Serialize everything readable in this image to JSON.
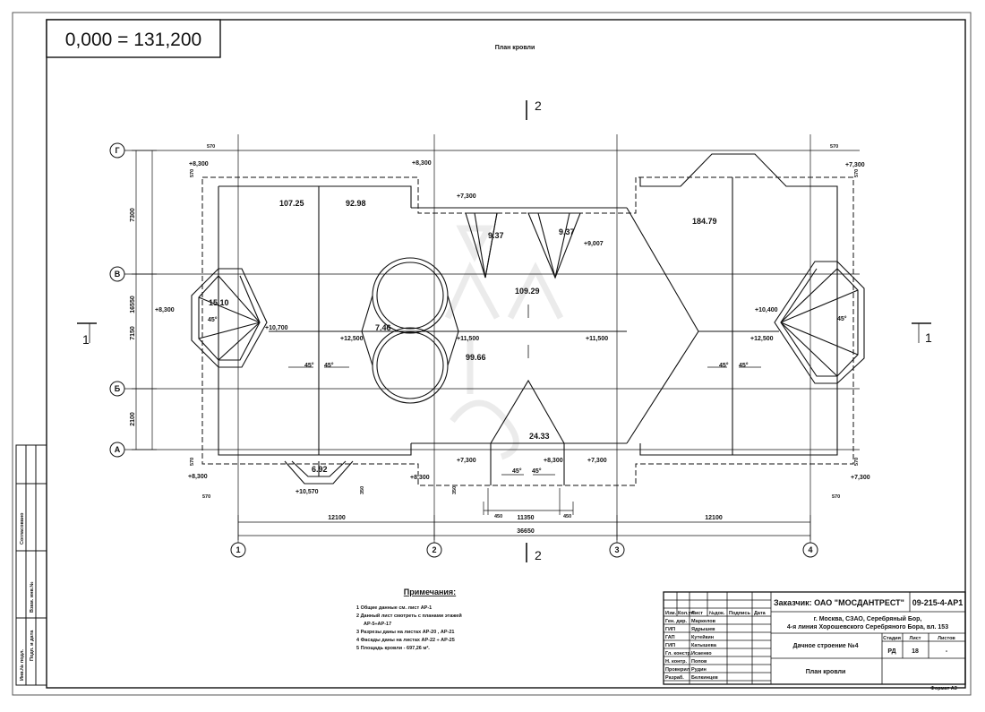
{
  "stamp": {
    "elevation": "0,000 = 131,200"
  },
  "title": "План кровли",
  "axes": {
    "rows": [
      "Г",
      "В",
      "Б",
      "А"
    ],
    "cols": [
      "1",
      "2",
      "3",
      "4"
    ]
  },
  "section_marks": {
    "left": "1",
    "right": "1",
    "top": "2",
    "bottom": "2"
  },
  "areas": [
    "107.25",
    "92.98",
    "9.37",
    "9.37",
    "184.79",
    "109.29",
    "15.10",
    "7.46",
    "99.66",
    "24.33",
    "6.92"
  ],
  "levels": [
    "+8,300",
    "+8,300",
    "+7,300",
    "+10,700",
    "+8,300",
    "+12,500",
    "+11,500",
    "+11,500",
    "+10,400",
    "+12,500",
    "+9,007",
    "+7,300",
    "+8,300",
    "+7,300",
    "+7,300",
    "+8,300",
    "+10,570",
    "+8,300",
    "+7,300"
  ],
  "slopes": [
    "45°",
    "45°",
    "45°",
    "45°",
    "45°",
    "45°",
    "45°",
    "45°"
  ],
  "dimensions": {
    "bottom": [
      "12100",
      "11350",
      "12100",
      "36650"
    ],
    "left": [
      "7300",
      "16550",
      "7150",
      "2100"
    ],
    "small": [
      "570",
      "570",
      "570",
      "570",
      "570",
      "570",
      "570",
      "570",
      "450",
      "450",
      "350",
      "350"
    ]
  },
  "notes": {
    "heading": "Примечания:",
    "items": [
      "1 Общие данные см. лист АР-1",
      "2 Данный лист смотреть с планами этажей",
      "АР-5÷АР-17",
      "3 Разрезы даны на листах АР-20 , АР-21",
      "4 Фасады даны на листах АР-22 ÷ АР-25",
      "5 Площадь кровли - 697,26 м²."
    ]
  },
  "title_block": {
    "customer": "Заказчик: ОАО \"МОСДАНТРЕСТ\"",
    "code": "09-215-4-АР1",
    "address": [
      "г. Москва, СЗАО, Серебряный Бор,",
      "4-я линия Хорошевского Серебряного Бора, вл. 153"
    ],
    "object": "Дачное строение №4",
    "sheet_title": "План кровли",
    "stage_header": [
      "Стадия",
      "Лист",
      "Листов"
    ],
    "stage_values": [
      "РД",
      "18",
      "-"
    ],
    "header_cells": [
      "Изм.",
      "Кол.уч",
      "Лист",
      "№док.",
      "Подпись",
      "Дата"
    ],
    "roles": [
      "Ген. дир.",
      "ГИП",
      "ГАП",
      "ГИП",
      "Гл. констр.",
      "Н. контр.",
      "Проверил",
      "Разраб."
    ],
    "names": [
      "Маркелов",
      "Ядрышев",
      "Кутейкин",
      "Катышева",
      "Исаенко",
      "Попов",
      "Рудин",
      "Белкинцев"
    ],
    "format": "Формат А3"
  },
  "side_stamp": {
    "labels": [
      "Инв.№ подл.",
      "Подп. и дата",
      "Взам. инв.№",
      "Согласовано"
    ]
  }
}
